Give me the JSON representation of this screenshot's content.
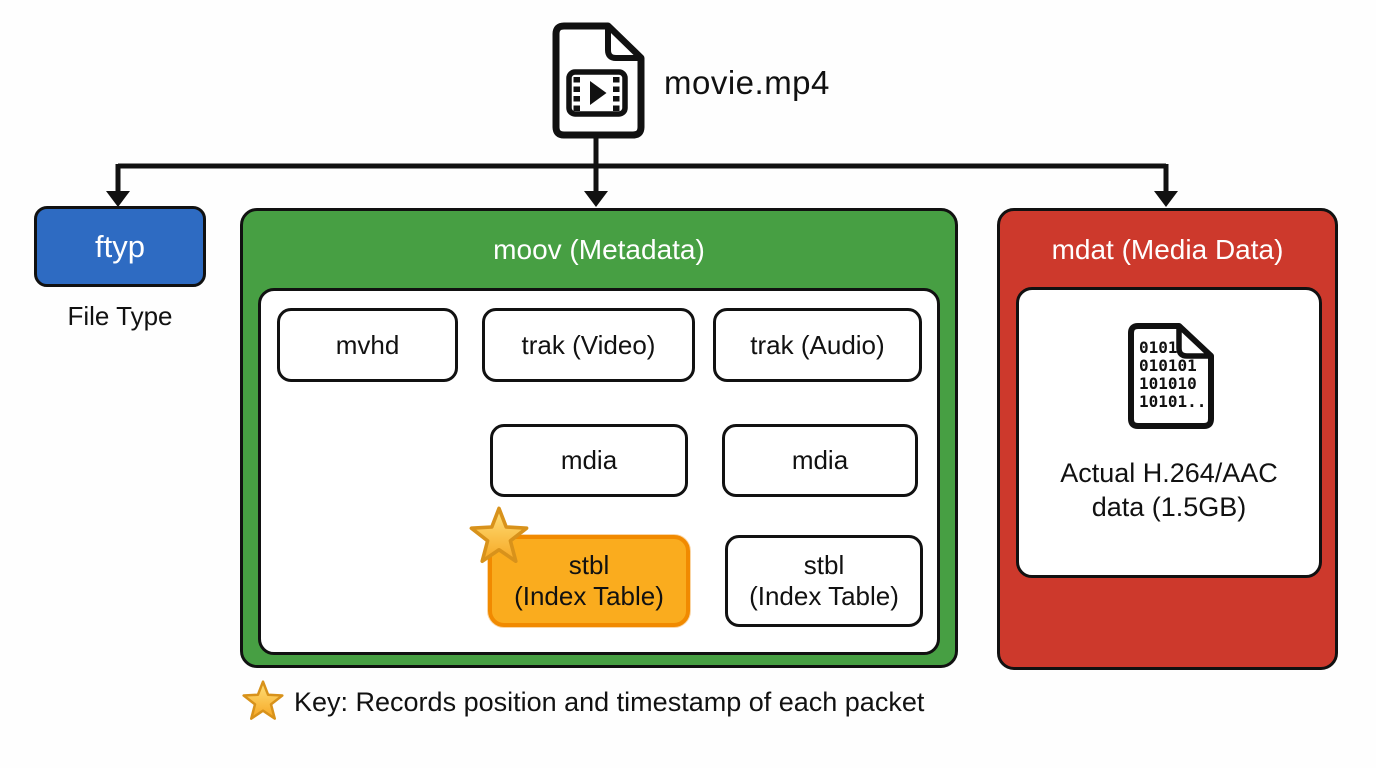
{
  "root_file": {
    "label": "movie.mp4"
  },
  "ftyp": {
    "label": "ftyp",
    "caption": "File Type",
    "color": "#2E6BC2"
  },
  "moov": {
    "header": "moov (Metadata)",
    "color": "#479F43",
    "mvhd_label": "mvhd",
    "trak_video_label": "trak (Video)",
    "trak_audio_label": "trak (Audio)",
    "mdia_video_label": "mdia",
    "mdia_audio_label": "mdia",
    "stbl_video": {
      "line1": "stbl",
      "line2": "(Index Table)",
      "highlight_color": "#FAAC1E",
      "highlight_border": "#F18A00"
    },
    "stbl_audio": {
      "line1": "stbl",
      "line2": "(Index Table)"
    }
  },
  "mdat": {
    "header": "mdat (Media Data)",
    "color": "#CD392C",
    "binary_icon_lines": [
      "0101",
      "010101",
      "101010",
      "10101..."
    ],
    "caption_line1": "Actual H.264/AAC",
    "caption_line2": "data (1.5GB)"
  },
  "legend": {
    "text": "Key: Records position and timestamp of each packet"
  },
  "accent_colors": {
    "star_gold": "#FFC63C",
    "star_outline": "#D8921B",
    "line_black": "#111111"
  }
}
